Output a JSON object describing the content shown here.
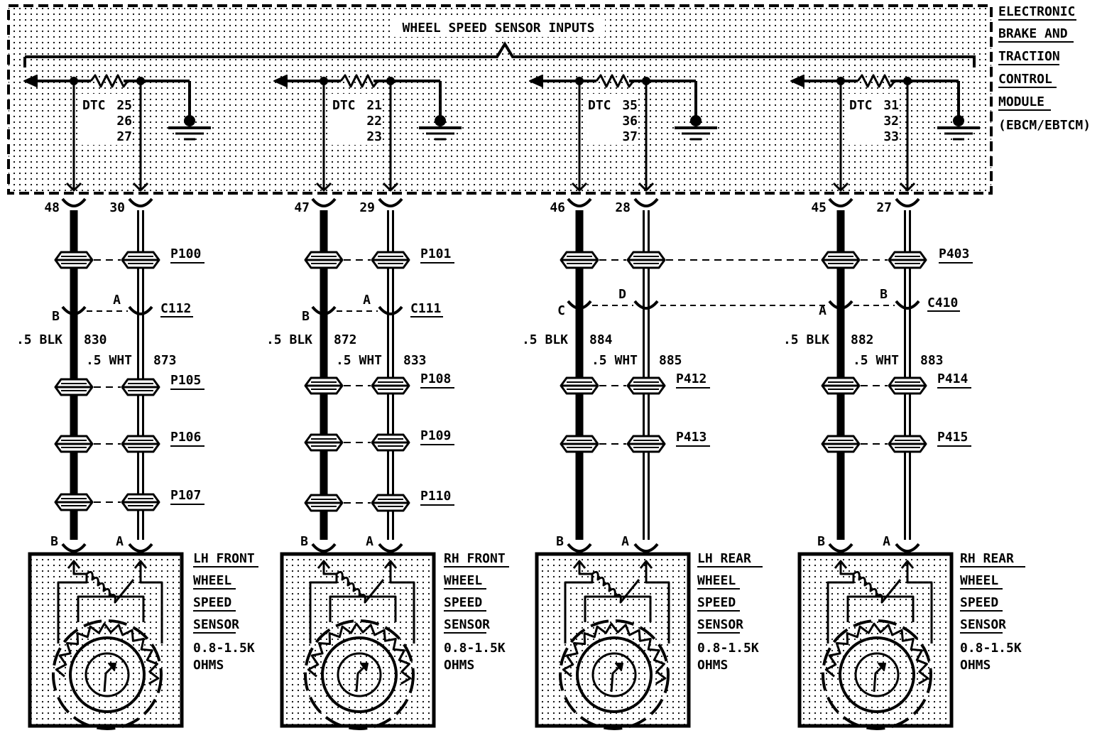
{
  "module": {
    "title": "WHEEL SPEED SENSOR INPUTS",
    "name_lines": [
      "ELECTRONIC",
      "BRAKE AND",
      "TRACTION",
      "CONTROL",
      "MODULE",
      "(EBCM/EBTCM)"
    ]
  },
  "channels": [
    {
      "dtc_label": "DTC",
      "dtc_codes": [
        "25",
        "26",
        "27"
      ],
      "pin_b": "48",
      "pin_a": "30",
      "connector": {
        "name": "C112",
        "b": "B",
        "a": "A"
      },
      "wire_b": {
        "gauge_color": ".5 BLK",
        "circuit": "830"
      },
      "wire_a": {
        "gauge_color": ".5 WHT",
        "circuit": "873"
      },
      "pass_thru_top": "P100",
      "pass_thru_lower": [
        "P105",
        "P106",
        "P107"
      ],
      "sensor_pins": {
        "b": "B",
        "a": "A"
      },
      "sensor_name": [
        "LH FRONT",
        "WHEEL",
        "SPEED",
        "SENSOR"
      ],
      "sensor_spec": [
        "0.8-1.5K",
        "OHMS"
      ]
    },
    {
      "dtc_label": "DTC",
      "dtc_codes": [
        "21",
        "22",
        "23"
      ],
      "pin_b": "47",
      "pin_a": "29",
      "connector": {
        "name": "C111",
        "b": "B",
        "a": "A"
      },
      "wire_b": {
        "gauge_color": ".5 BLK",
        "circuit": "872"
      },
      "wire_a": {
        "gauge_color": ".5 WHT",
        "circuit": "833"
      },
      "pass_thru_top": "P101",
      "pass_thru_lower": [
        "P108",
        "P109",
        "P110"
      ],
      "sensor_pins": {
        "b": "B",
        "a": "A"
      },
      "sensor_name": [
        "RH FRONT",
        "WHEEL",
        "SPEED",
        "SENSOR"
      ],
      "sensor_spec": [
        "0.8-1.5K",
        "OHMS"
      ]
    },
    {
      "dtc_label": "DTC",
      "dtc_codes": [
        "35",
        "36",
        "37"
      ],
      "pin_b": "46",
      "pin_a": "28",
      "connector": {
        "name": "",
        "b": "C",
        "a": "D"
      },
      "wire_b": {
        "gauge_color": ".5 BLK",
        "circuit": "884"
      },
      "wire_a": {
        "gauge_color": ".5 WHT",
        "circuit": "885"
      },
      "pass_thru_top": "",
      "pass_thru_lower": [
        "P412",
        "P413"
      ],
      "sensor_pins": {
        "b": "B",
        "a": "A"
      },
      "sensor_name": [
        "LH REAR",
        "WHEEL",
        "SPEED",
        "SENSOR"
      ],
      "sensor_spec": [
        "0.8-1.5K",
        "OHMS"
      ]
    },
    {
      "dtc_label": "DTC",
      "dtc_codes": [
        "31",
        "32",
        "33"
      ],
      "pin_b": "45",
      "pin_a": "27",
      "connector": {
        "name": "C410",
        "b": "A",
        "a": "B"
      },
      "wire_b": {
        "gauge_color": ".5 BLK",
        "circuit": "882"
      },
      "wire_a": {
        "gauge_color": ".5 WHT",
        "circuit": "883"
      },
      "pass_thru_top": "P403",
      "pass_thru_lower": [
        "P414",
        "P415"
      ],
      "sensor_pins": {
        "b": "B",
        "a": "A"
      },
      "sensor_name": [
        "RH REAR",
        "WHEEL",
        "SPEED",
        "SENSOR"
      ],
      "sensor_spec": [
        "0.8-1.5K",
        "OHMS"
      ]
    }
  ],
  "colors": {
    "ink": "#000000",
    "paper": "#ffffff"
  }
}
